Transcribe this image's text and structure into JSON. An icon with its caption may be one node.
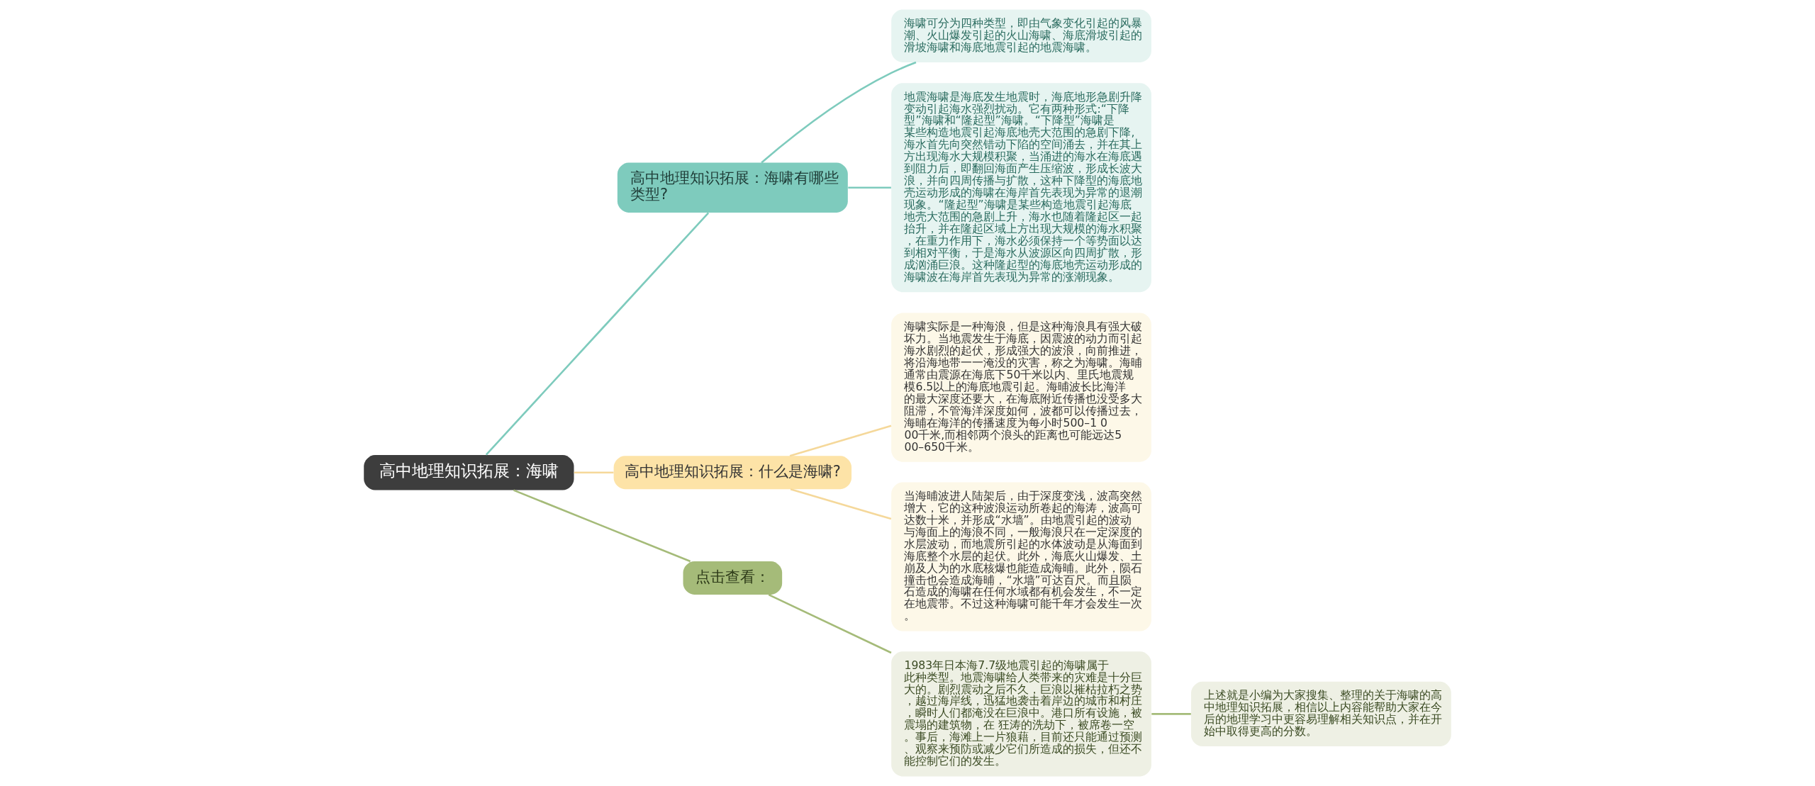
{
  "diagram": {
    "nodes": [
      {
        "text": [
          "高中地理知识拓展：海啸"
        ]
      },
      {
        "text": [
          "高中地理知识拓展：海啸有哪些类型?"
        ]
      },
      {
        "text": [
          "海啸可分为四种类型，即由气象变化引起的风暴潮、火山爆发引起的火山海啸、海底滑坡引起的滑坡海啸和海底地震引起的地震海啸。"
        ]
      },
      {
        "text": [
          "地震海啸是海底发生地震时，海底地形急剧升降变动引起海水强烈扰动。它有两种形式:“下降型”海啸和“隆起型”海啸。“下降型”海啸是某些构造地震引起海底地壳大范围的急剧下降,海水首先向突然错动下陷的空间涌去，并在其上方出现海水大规模积聚，当涌进的海水在海底遇到阻力后，即翻回海面产生压缩波，形成长波大浪，并向四周传播与扩散，这种下降型的海底地壳运动形成的海啸在海岸首先表现为异常的退潮现象。“隆起型”海啸是某些构造地震引起海底地壳大范围的急剧上升，海水也随着隆起区一起抬升，并在隆起区域上方出现大规模的海水积聚，在重力作用下，海水必须保持一个等势面以达到相对平衡，于是海水从波源区向四周扩散，形成汹涌巨浪。这种隆起型的海底地壳运动形成的海啸波在海岸首先表现为异常的涨潮现象。"
        ]
      },
      {
        "text": [
          "高中地理知识拓展：什么是海啸?"
        ]
      },
      {
        "text": [
          "海啸实际是一种海浪，但是这种海浪具有强大破坏力。当地震发生于海底，因震波的动力而引起海水剧烈的起伏，形成强大的波浪，向前推进，将沿海地带一一淹没的灾害，称之为海啸。海晡通常由震源在海底下50千米以内、里氏地震规模6.5以上的海底地震引起。海晡波长比海洋的最大深度还要大，在海底附近传播也没受多大阻滞，不管海洋深度如何，波都可以传播过去，海晡在海洋的传播速度为每小时500–1 000千米,而相邻两个浪头的距离也可能远达500–650千米。"
        ]
      },
      {
        "text": [
          "当海晡波进人陆架后，由于深度变浅，波高突然增大，它的这种波浪运动所卷起的海涛，波高可达数十米，并形成“水墙”。由地震引起的波动与海面上的海浪不同，一般海浪只在一定深度的水层波动，而地震所引起的水体波动是从海面到海底整个水层的起伏。此外，海底火山爆发、土崩及人为的水底核爆也能造成海晡。此外，陨石撞击也会造成海晡，“水墙”可达百尺。而且陨石造成的海啸在任何水域都有机会发生，不一定在地震带。不过这种海啸可能千年才会发生一次。"
        ]
      },
      {
        "text": [
          "点击查看："
        ]
      },
      {
        "text": [
          "1983年日本海7.7级地震引起的海啸属于此种类型。地震海啸给人类带来的灾难是十分巨大的。剧烈震动之后不久，巨浪以摧枯拉朽之势，越过海岸线，迅猛地袭击着岸边的城市和村庄，瞬时人们都淹没在巨浪中。港口所有设施，被震塌的建筑物，在 狂涛的洗劫下，被席卷一空。事后，海滩上一片狼藉，目前还只能通过预测、观察来预防或减少它们所造成的损失，但还不能控制它们的发生。"
        ]
      },
      {
        "text": [
          "上述就是小编为大家搜集、整理的关于海啸的高中地理知识拓展，相信以上内容能帮助大家在今后的地理学习中更容易理解相关知识点，并在开始中取得更高的分数。"
        ]
      }
    ],
    "edges": [
      {
        "from": 0,
        "to": 1,
        "arrow": "none",
        "color": "#7ecbbd"
      },
      {
        "from": 1,
        "to": 2,
        "arrow": "none",
        "color": "#7ecbbd"
      },
      {
        "from": 1,
        "to": 3,
        "arrow": "none",
        "color": "#7ecbbd"
      },
      {
        "from": 0,
        "to": 4,
        "arrow": "none",
        "color": "#f5d89a"
      },
      {
        "from": 4,
        "to": 5,
        "arrow": "none",
        "color": "#f5d89a"
      },
      {
        "from": 4,
        "to": 6,
        "arrow": "none",
        "color": "#f5d89a"
      },
      {
        "from": 0,
        "to": 7,
        "arrow": "none",
        "color": "#a5bb79"
      },
      {
        "from": 7,
        "to": 8,
        "arrow": "none",
        "color": "#a5bb79"
      },
      {
        "from": 8,
        "to": 9,
        "arrow": "none",
        "color": "#a5bb79"
      }
    ]
  }
}
